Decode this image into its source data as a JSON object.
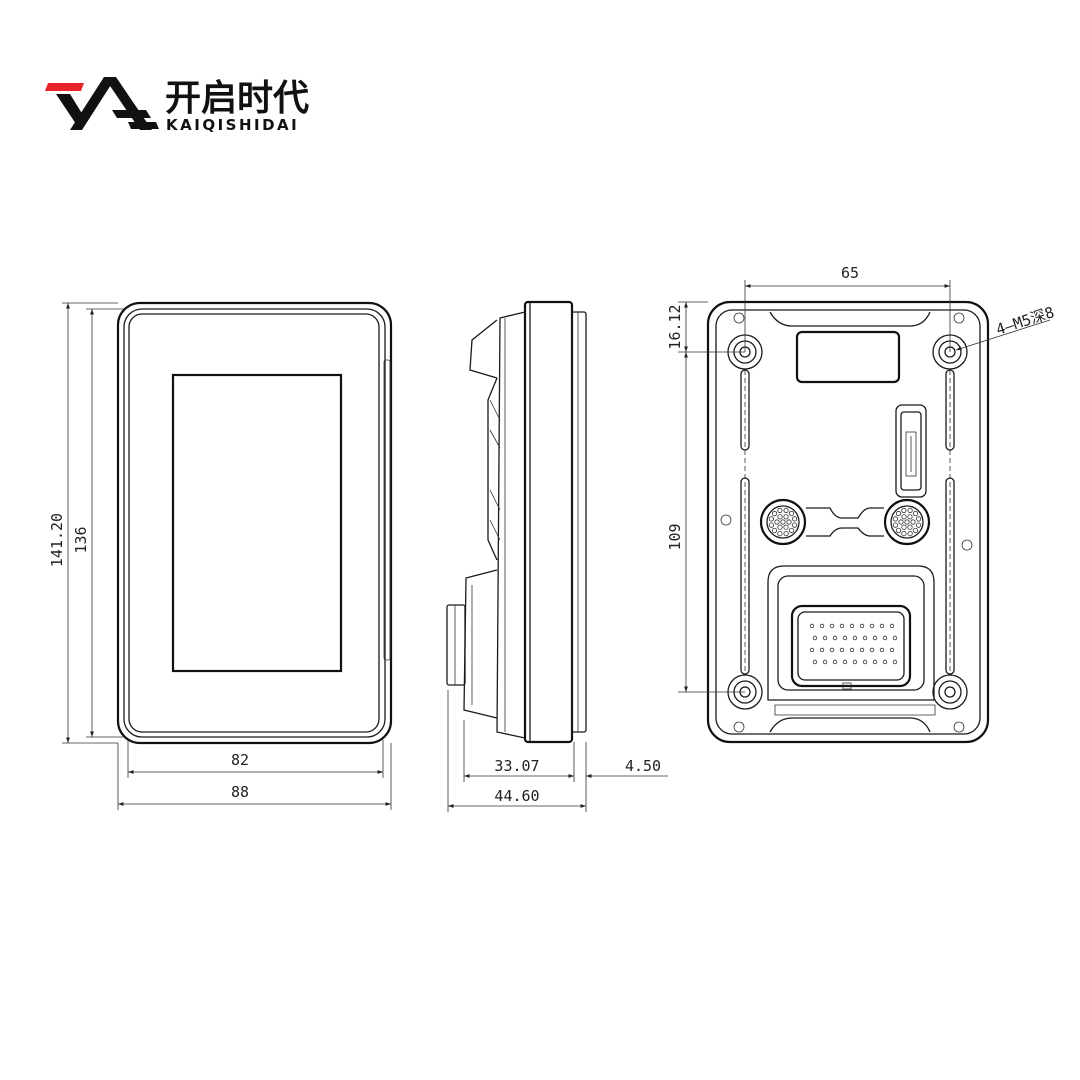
{
  "brand": {
    "name_cn": "开启时代",
    "name_en": "KAIQISHIDAI",
    "logo_colors": {
      "red": "#e8232a",
      "black": "#111111"
    }
  },
  "front_view": {
    "dim_height_outer": "141.20",
    "dim_height_inner": "136",
    "dim_width_inner": "82",
    "dim_width_outer": "88"
  },
  "side_view": {
    "dim_depth_body": "33.07",
    "dim_depth_total": "44.60",
    "dim_bezel": "4.50"
  },
  "rear_view": {
    "dim_hole_spacing_x": "65",
    "dim_hole_offset_y": "16.12",
    "dim_hole_spacing_y": "109",
    "hole_callout": "4—M5深8"
  }
}
